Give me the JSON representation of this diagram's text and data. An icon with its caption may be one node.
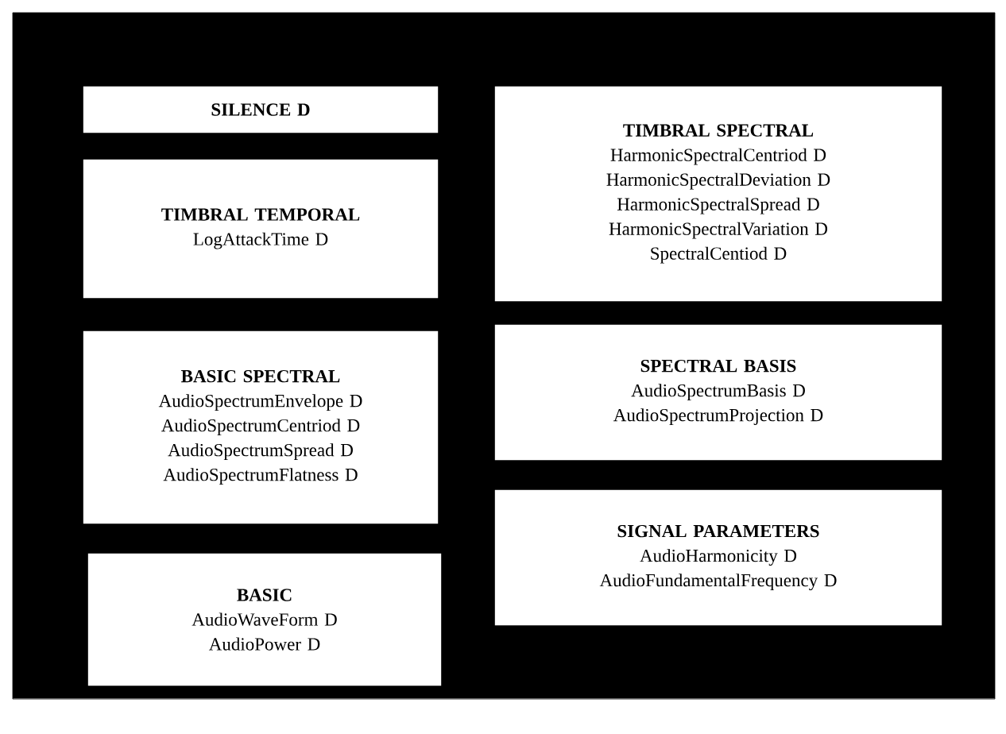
{
  "diagram": {
    "nodes": [
      {
        "text": [
          "SILENCE D"
        ]
      },
      {
        "text": [
          "TIMBRAL TEMPORAL",
          "LogAttackTime D"
        ]
      },
      {
        "text": [
          "BASIC SPECTRAL",
          "AudioSpectrumEnvelope  D",
          "AudioSpectrumCentriod D",
          "AudioSpectrumSpread D",
          "AudioSpectrumFlatness D"
        ]
      },
      {
        "text": [
          "BASIC",
          "AudioWaveForm D",
          "AudioPower D"
        ]
      },
      {
        "text": [
          "TIMBRAL SPECTRAL",
          "HarmonicSpectralCentriod D",
          "HarmonicSpectralDeviation D",
          "HarmonicSpectralSpread D",
          "HarmonicSpectralVariation D",
          "SpectralCentiod D"
        ]
      },
      {
        "text": [
          "SPECTRAL BASIS",
          "AudioSpectrumBasis D",
          "AudioSpectrumProjection D"
        ]
      },
      {
        "text": [
          "SIGNAL PARAMETERS",
          "AudioHarmonicity D",
          "AudioFundamentalFrequency D"
        ]
      }
    ]
  }
}
